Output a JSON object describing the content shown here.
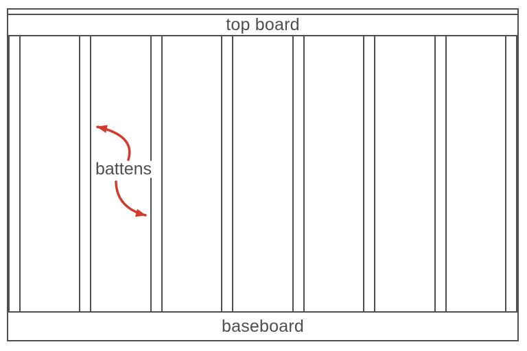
{
  "diagram": {
    "labels": {
      "top_board": "top board",
      "baseboard": "baseboard",
      "battens": "battens"
    },
    "batten_count": 8,
    "annotation": {
      "text": "battens",
      "arrow_count": 2
    },
    "colors": {
      "line": "#4f4f4f",
      "text": "#4f4f50",
      "arrow": "#d23b2e",
      "background": "#ffffff"
    }
  }
}
